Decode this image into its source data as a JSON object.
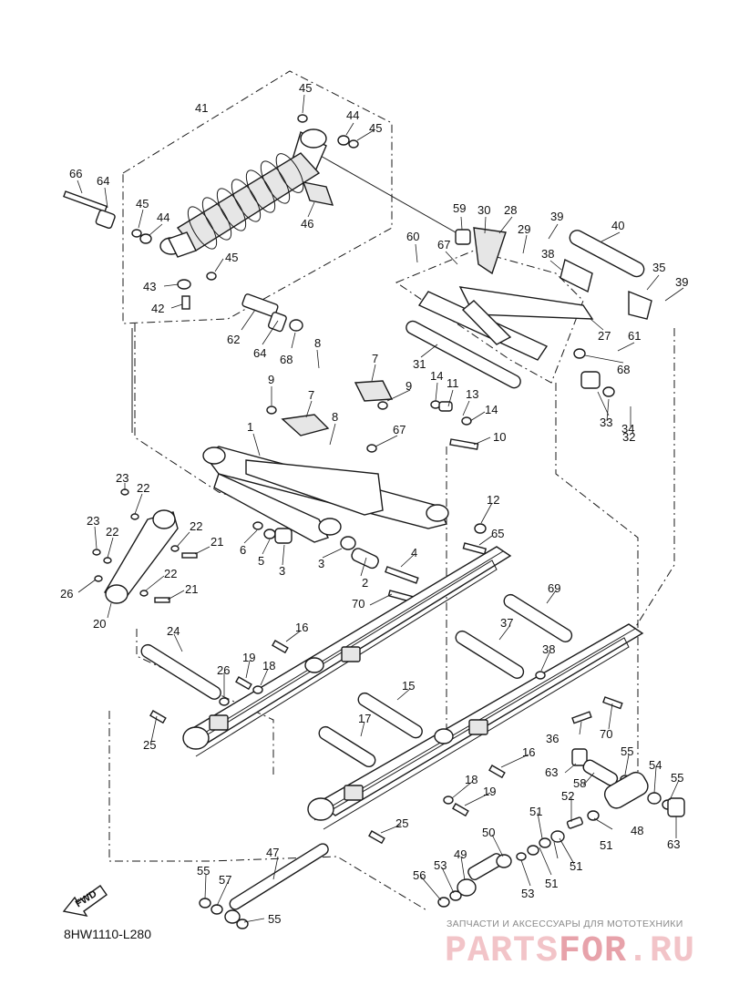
{
  "diagram_code": "8HW1110-L280",
  "watermark": {
    "tagline": "ЗАПЧАСТИ И АКСЕССУАРЫ ДЛЯ МОТОТЕХНИКИ",
    "brand_main": "PARTS",
    "brand_accent": "FOR",
    "brand_suffix": ".RU"
  },
  "fwd_arrow": {
    "label": "FWD"
  },
  "callouts": [
    {
      "id": "c45a",
      "n": "45"
    },
    {
      "id": "c44a",
      "n": "44"
    },
    {
      "id": "c45b",
      "n": "45"
    },
    {
      "id": "c41",
      "n": "41"
    },
    {
      "id": "c66",
      "n": "66"
    },
    {
      "id": "c64a",
      "n": "64"
    },
    {
      "id": "c45c",
      "n": "45"
    },
    {
      "id": "c44b",
      "n": "44"
    },
    {
      "id": "c45d",
      "n": "45"
    },
    {
      "id": "c46",
      "n": "46"
    },
    {
      "id": "c43",
      "n": "43"
    },
    {
      "id": "c42",
      "n": "42"
    },
    {
      "id": "c62",
      "n": "62"
    },
    {
      "id": "c64b",
      "n": "64"
    },
    {
      "id": "c68a",
      "n": "68"
    },
    {
      "id": "c59",
      "n": "59"
    },
    {
      "id": "c30",
      "n": "30"
    },
    {
      "id": "c28",
      "n": "28"
    },
    {
      "id": "c29",
      "n": "29"
    },
    {
      "id": "c39a",
      "n": "39"
    },
    {
      "id": "c40",
      "n": "40"
    },
    {
      "id": "c60",
      "n": "60"
    },
    {
      "id": "c67a",
      "n": "67"
    },
    {
      "id": "c38a",
      "n": "38"
    },
    {
      "id": "c35",
      "n": "35"
    },
    {
      "id": "c39b",
      "n": "39"
    },
    {
      "id": "c27",
      "n": "27"
    },
    {
      "id": "c61",
      "n": "61"
    },
    {
      "id": "c68b",
      "n": "68"
    },
    {
      "id": "c31",
      "n": "31"
    },
    {
      "id": "c33",
      "n": "33"
    },
    {
      "id": "c34",
      "n": "34"
    },
    {
      "id": "c32",
      "n": "32"
    },
    {
      "id": "c8a",
      "n": "8"
    },
    {
      "id": "c7a",
      "n": "7"
    },
    {
      "id": "c9a",
      "n": "9"
    },
    {
      "id": "c9b",
      "n": "9"
    },
    {
      "id": "c7b",
      "n": "7"
    },
    {
      "id": "c8b",
      "n": "8"
    },
    {
      "id": "c14a",
      "n": "14"
    },
    {
      "id": "c11",
      "n": "11"
    },
    {
      "id": "c13",
      "n": "13"
    },
    {
      "id": "c14b",
      "n": "14"
    },
    {
      "id": "c67b",
      "n": "67"
    },
    {
      "id": "c10",
      "n": "10"
    },
    {
      "id": "c1",
      "n": "1"
    },
    {
      "id": "c23a",
      "n": "23"
    },
    {
      "id": "c22a",
      "n": "22"
    },
    {
      "id": "c23b",
      "n": "23"
    },
    {
      "id": "c22b",
      "n": "22"
    },
    {
      "id": "c22c",
      "n": "22"
    },
    {
      "id": "c21a",
      "n": "21"
    },
    {
      "id": "c26a",
      "n": "26"
    },
    {
      "id": "c22d",
      "n": "22"
    },
    {
      "id": "c21b",
      "n": "21"
    },
    {
      "id": "c20",
      "n": "20"
    },
    {
      "id": "c6",
      "n": "6"
    },
    {
      "id": "c5",
      "n": "5"
    },
    {
      "id": "c3a",
      "n": "3"
    },
    {
      "id": "c3b",
      "n": "3"
    },
    {
      "id": "c2",
      "n": "2"
    },
    {
      "id": "c4",
      "n": "4"
    },
    {
      "id": "c12",
      "n": "12"
    },
    {
      "id": "c65",
      "n": "65"
    },
    {
      "id": "c70a",
      "n": "70"
    },
    {
      "id": "c69",
      "n": "69"
    },
    {
      "id": "c37",
      "n": "37"
    },
    {
      "id": "c38b",
      "n": "38"
    },
    {
      "id": "c24",
      "n": "24"
    },
    {
      "id": "c16a",
      "n": "16"
    },
    {
      "id": "c19a",
      "n": "19"
    },
    {
      "id": "c18a",
      "n": "18"
    },
    {
      "id": "c26b",
      "n": "26"
    },
    {
      "id": "c15",
      "n": "15"
    },
    {
      "id": "c25a",
      "n": "25"
    },
    {
      "id": "c17",
      "n": "17"
    },
    {
      "id": "c36",
      "n": "36"
    },
    {
      "id": "c70b",
      "n": "70"
    },
    {
      "id": "c16b",
      "n": "16"
    },
    {
      "id": "c55a",
      "n": "55"
    },
    {
      "id": "c54",
      "n": "54"
    },
    {
      "id": "c55b",
      "n": "55"
    },
    {
      "id": "c63a",
      "n": "63"
    },
    {
      "id": "c58",
      "n": "58"
    },
    {
      "id": "c52",
      "n": "52"
    },
    {
      "id": "c18b",
      "n": "18"
    },
    {
      "id": "c19b",
      "n": "19"
    },
    {
      "id": "c51a",
      "n": "51"
    },
    {
      "id": "c48",
      "n": "48"
    },
    {
      "id": "c63b",
      "n": "63"
    },
    {
      "id": "c25b",
      "n": "25"
    },
    {
      "id": "c50",
      "n": "50"
    },
    {
      "id": "c51b",
      "n": "51"
    },
    {
      "id": "c51c",
      "n": "51"
    },
    {
      "id": "c49",
      "n": "49"
    },
    {
      "id": "c53a",
      "n": "53"
    },
    {
      "id": "c51d",
      "n": "51"
    },
    {
      "id": "c53b",
      "n": "53"
    },
    {
      "id": "c56",
      "n": "56"
    },
    {
      "id": "c47",
      "n": "47"
    },
    {
      "id": "c55c",
      "n": "55"
    },
    {
      "id": "c57",
      "n": "57"
    },
    {
      "id": "c55d",
      "n": "55"
    }
  ]
}
